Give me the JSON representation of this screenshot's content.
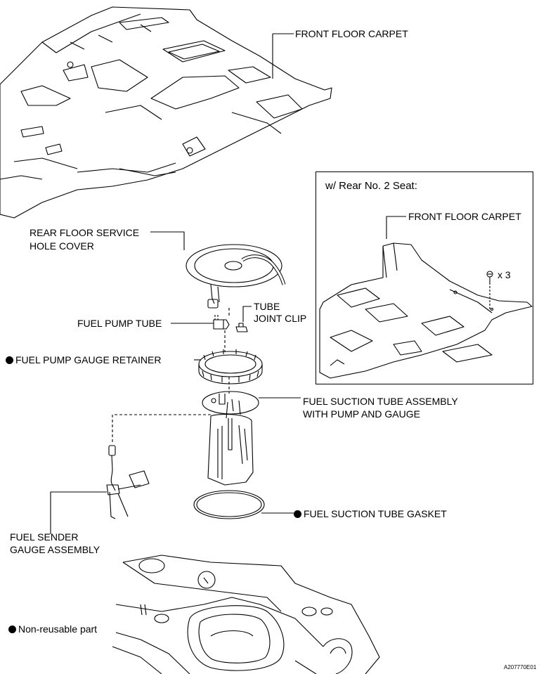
{
  "labels": {
    "front_floor_carpet": "FRONT FLOOR CARPET",
    "inset_title": "w/ Rear No. 2 Seat:",
    "inset_front_floor_carpet": "FRONT FLOOR CARPET",
    "inset_qty": "x 3",
    "rear_floor_service_hole_cover_line1": "REAR FLOOR SERVICE",
    "rear_floor_service_hole_cover_line2": "HOLE COVER",
    "tube_joint_clip_line1": "TUBE",
    "tube_joint_clip_line2": "JOINT CLIP",
    "fuel_pump_tube": "FUEL PUMP TUBE",
    "fuel_pump_gauge_retainer": "FUEL PUMP GAUGE RETAINER",
    "fuel_suction_tube_assembly_line1": "FUEL SUCTION TUBE ASSEMBLY",
    "fuel_suction_tube_assembly_line2": "WITH PUMP AND GAUGE",
    "fuel_suction_tube_gasket": "FUEL SUCTION TUBE GASKET",
    "fuel_sender_gauge_assembly_line1": "FUEL SENDER",
    "fuel_sender_gauge_assembly_line2": "GAUGE ASSEMBLY",
    "legend_non_reusable": "Non-reusable part",
    "figure_code": "A207770E01"
  },
  "colors": {
    "line": "#000000",
    "background": "#ffffff",
    "bullet": "#000000"
  }
}
